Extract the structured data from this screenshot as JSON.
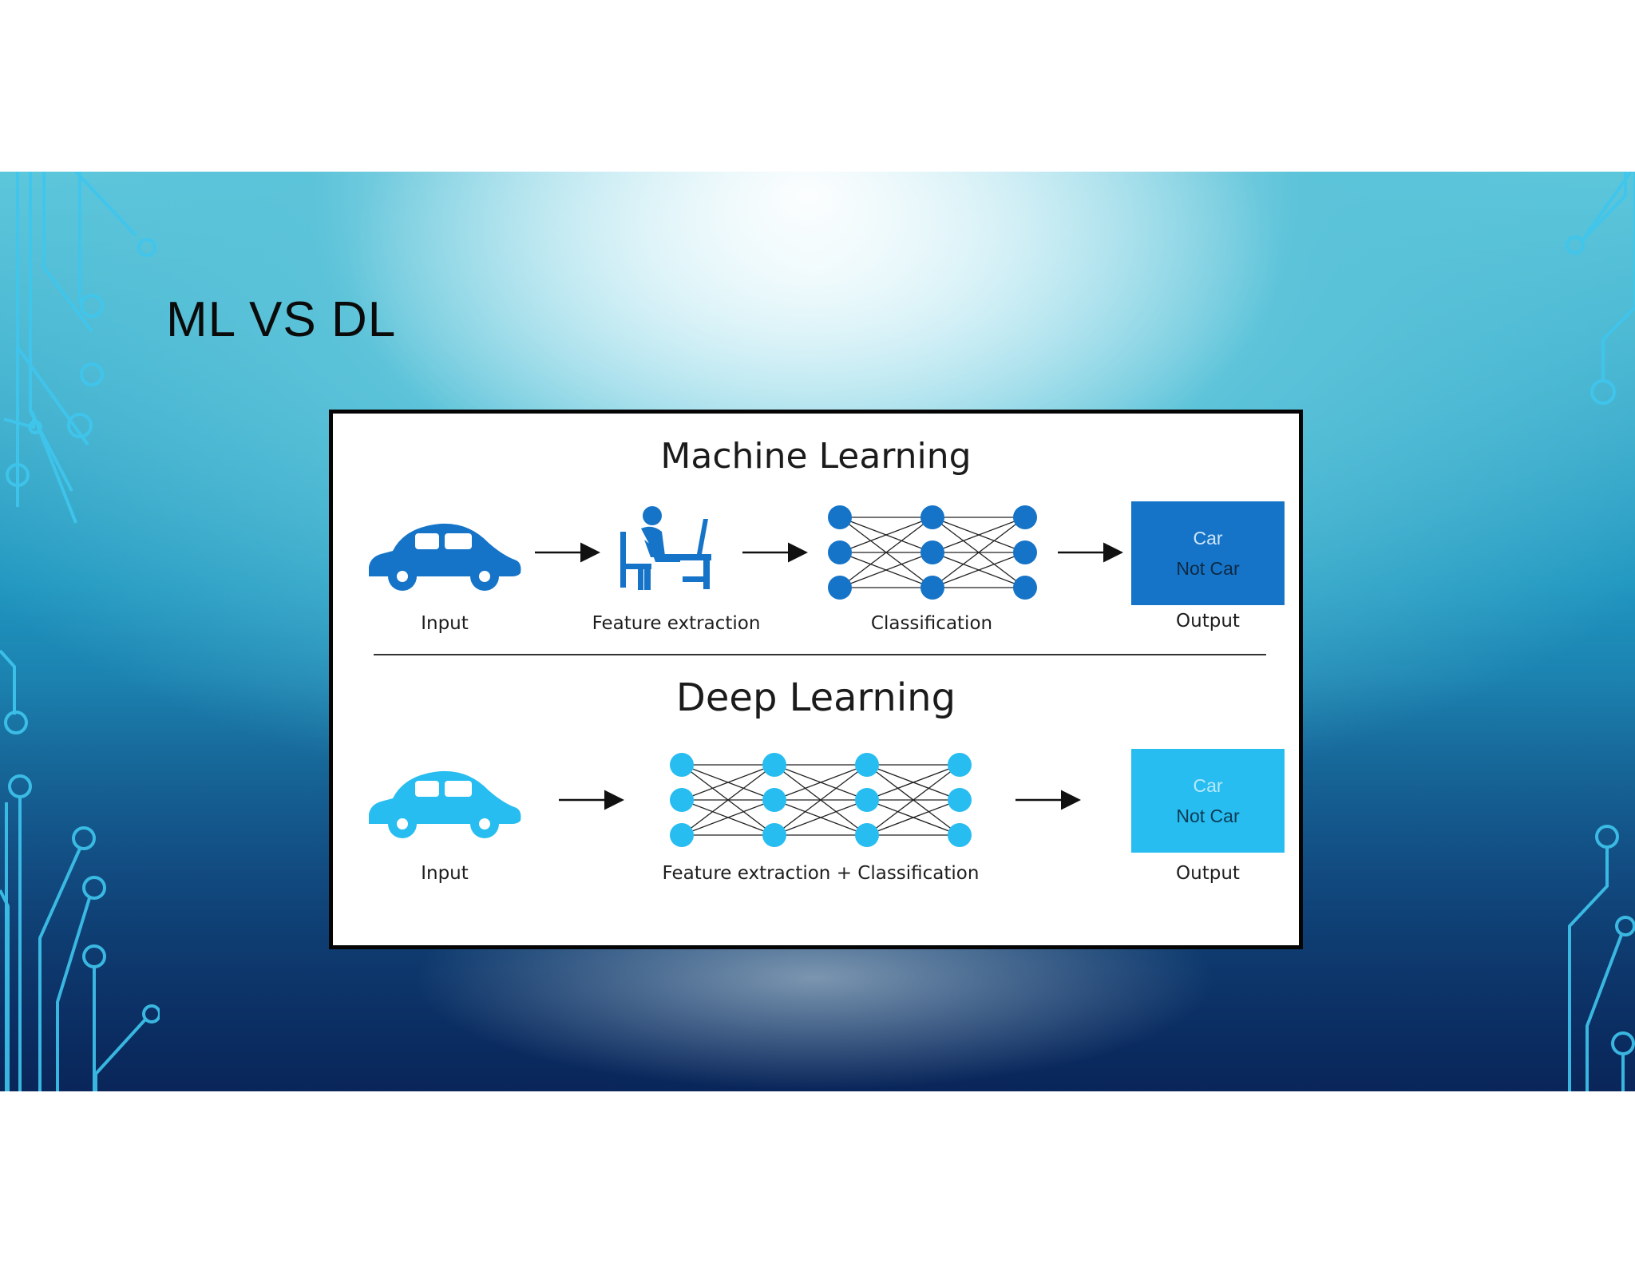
{
  "slide": {
    "title": "ML VS DL"
  },
  "diagram": {
    "ml": {
      "title": "Machine Learning",
      "labels": {
        "input": "Input",
        "feature": "Feature extraction",
        "classification": "Classification",
        "output": "Output"
      },
      "output_box": {
        "line1": "Car",
        "line2": "Not Car"
      },
      "color": "#1574c8"
    },
    "dl": {
      "title": "Deep Learning",
      "labels": {
        "input": "Input",
        "combined": "Feature extraction + Classification",
        "output": "Output"
      },
      "output_box": {
        "line1": "Car",
        "line2": "Not Car"
      },
      "color": "#27bdf0"
    },
    "icons": [
      "car-icon",
      "arrow-icon",
      "person-at-computer-icon",
      "neural-network-icon"
    ]
  }
}
